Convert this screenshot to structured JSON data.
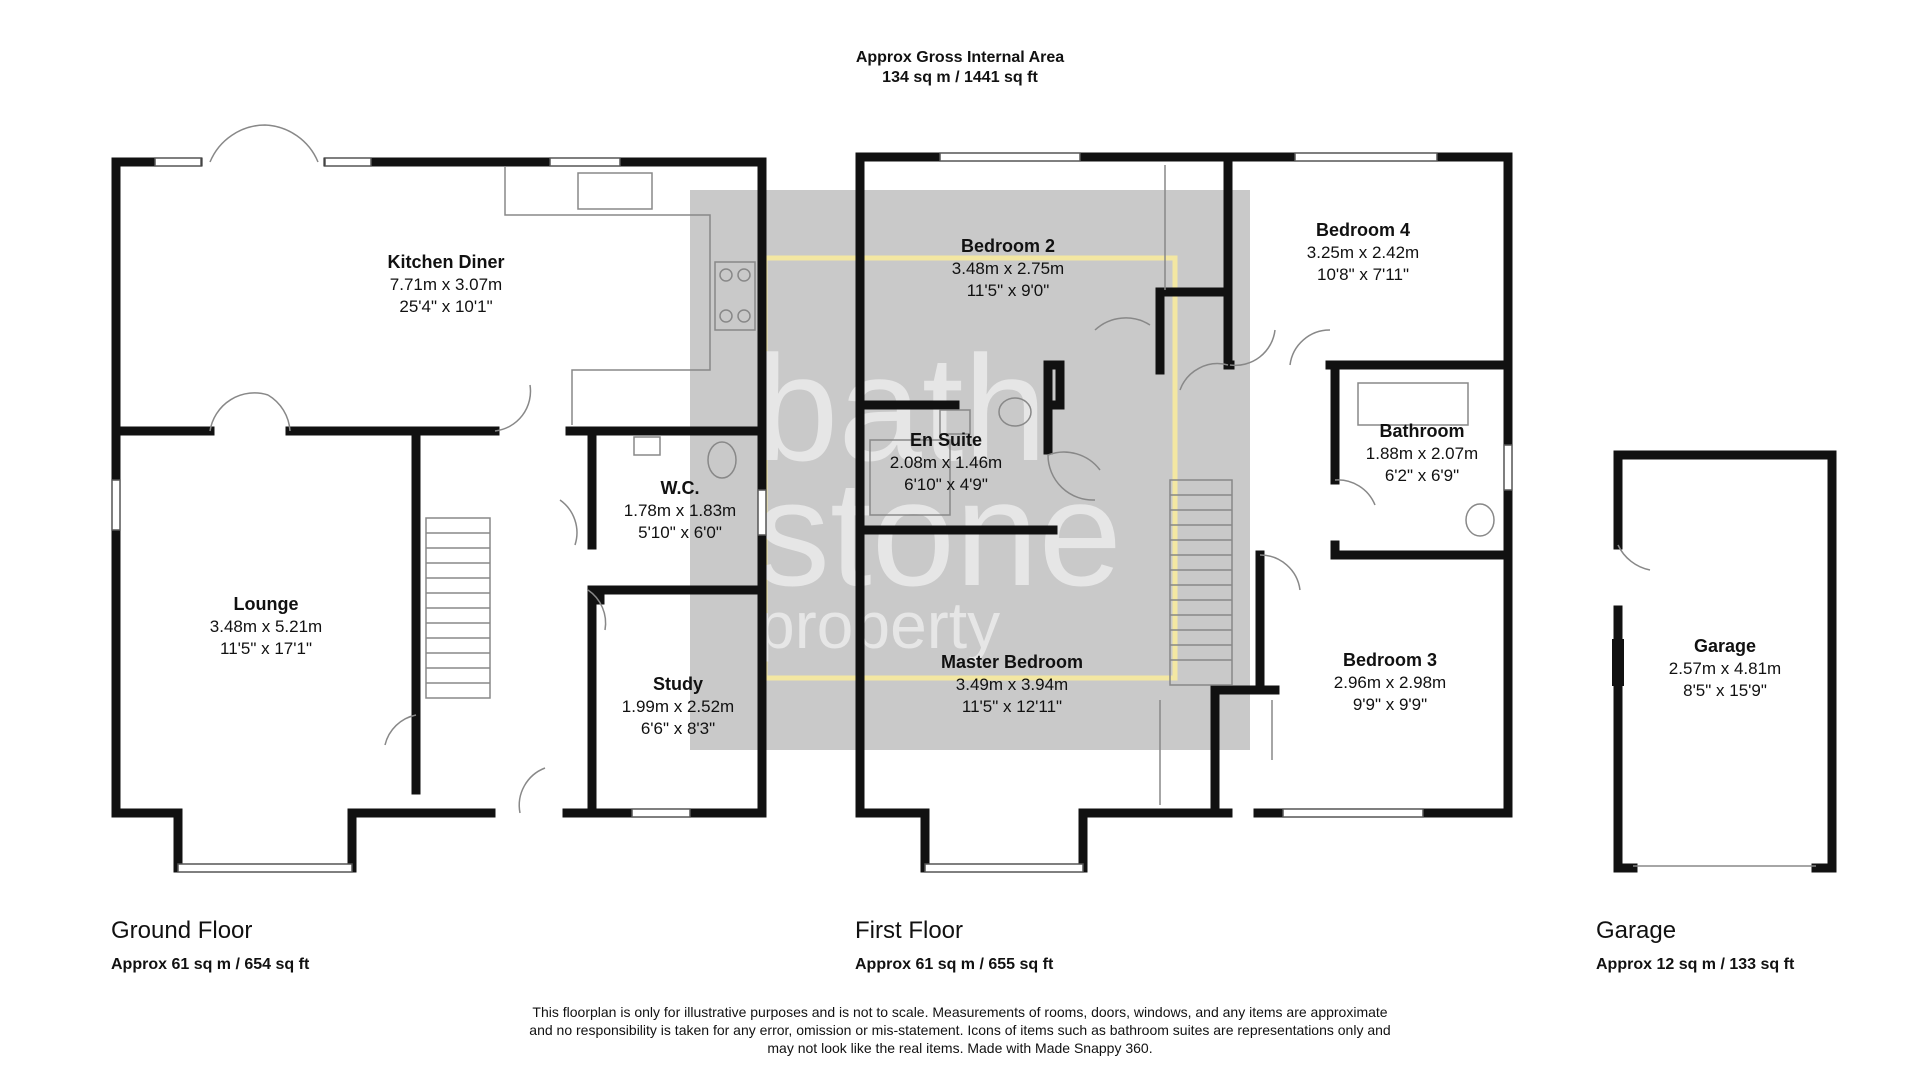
{
  "header": {
    "line1": "Approx Gross Internal Area",
    "line2": "134 sq m / 1441 sq ft"
  },
  "watermark": {
    "line1": "bath",
    "line2": "stone",
    "line3": "property"
  },
  "rooms": {
    "kitchen_diner": {
      "name": "Kitchen Diner",
      "metric": "7.71m x 3.07m",
      "imperial": "25'4\" x 10'1\""
    },
    "lounge": {
      "name": "Lounge",
      "metric": "3.48m x 5.21m",
      "imperial": "11'5\" x 17'1\""
    },
    "wc": {
      "name": "W.C.",
      "metric": "1.78m x 1.83m",
      "imperial": "5'10\" x 6'0\""
    },
    "study": {
      "name": "Study",
      "metric": "1.99m x 2.52m",
      "imperial": "6'6\" x 8'3\""
    },
    "bedroom2": {
      "name": "Bedroom 2",
      "metric": "3.48m x 2.75m",
      "imperial": "11'5\" x 9'0\""
    },
    "en_suite": {
      "name": "En Suite",
      "metric": "2.08m x 1.46m",
      "imperial": "6'10\" x 4'9\""
    },
    "master_bedroom": {
      "name": "Master Bedroom",
      "metric": "3.49m x 3.94m",
      "imperial": "11'5\" x 12'11\""
    },
    "bedroom4": {
      "name": "Bedroom 4",
      "metric": "3.25m x 2.42m",
      "imperial": "10'8\" x 7'11\""
    },
    "bathroom": {
      "name": "Bathroom",
      "metric": "1.88m x 2.07m",
      "imperial": "6'2\" x 6'9\""
    },
    "bedroom3": {
      "name": "Bedroom 3",
      "metric": "2.96m x 2.98m",
      "imperial": "9'9\" x 9'9\""
    },
    "garage": {
      "name": "Garage",
      "metric": "2.57m x 4.81m",
      "imperial": "8'5\" x 15'9\""
    }
  },
  "floors": {
    "ground": {
      "name": "Ground Floor",
      "area": "Approx 61 sq m / 654 sq ft"
    },
    "first": {
      "name": "First Floor",
      "area": "Approx 61 sq m / 655 sq ft"
    },
    "garage": {
      "name": "Garage",
      "area": "Approx 12 sq m / 133 sq ft"
    }
  },
  "disclaimer": {
    "line1": "This floorplan is only for illustrative purposes and is not to scale. Measurements of rooms, doors, windows, and any items are approximate",
    "line2": "and no responsibility is taken for any error, omission or mis-statement. Icons of items such as bathroom suites are representations only and",
    "line3": "may not look like the real items. Made with Made Snappy 360."
  },
  "colors": {
    "wall": "#111111",
    "watermark_bg": "#c9c9c9",
    "watermark_box": "#f3e7a2"
  }
}
